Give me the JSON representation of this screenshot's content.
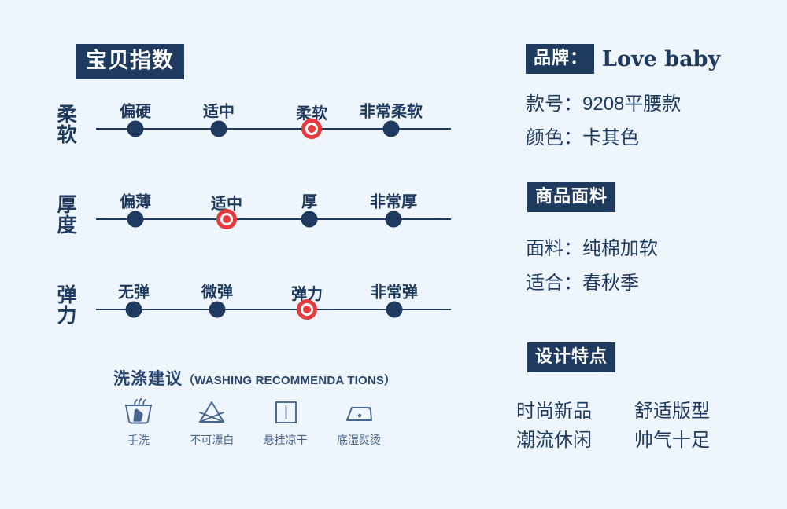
{
  "background_color": "#eef5fc",
  "accent_navy": "#1f3a5f",
  "accent_red": "#e8393c",
  "left": {
    "title": "宝贝指数",
    "sliders": [
      {
        "axis_label": "柔软",
        "ticks": [
          {
            "label": "偏硬",
            "active": false
          },
          {
            "label": "适中",
            "active": false
          },
          {
            "label": "柔软",
            "active": true
          },
          {
            "label": "非常柔软",
            "active": false
          }
        ]
      },
      {
        "axis_label": "厚度",
        "ticks": [
          {
            "label": "偏薄",
            "active": false
          },
          {
            "label": "适中",
            "active": true
          },
          {
            "label": "厚",
            "active": false
          },
          {
            "label": "非常厚",
            "active": false
          }
        ]
      },
      {
        "axis_label": "弹力",
        "ticks": [
          {
            "label": "无弹",
            "active": false
          },
          {
            "label": "微弹",
            "active": false
          },
          {
            "label": "弹力",
            "active": true
          },
          {
            "label": "非常弹",
            "active": false
          }
        ]
      }
    ],
    "wash": {
      "title_cn": "洗涤建议",
      "title_en": "（WASHING RECOMMENDA TIONS）",
      "items": [
        {
          "icon": "hand-wash-icon",
          "caption": "手洗"
        },
        {
          "icon": "do-not-bleach-icon",
          "caption": "不可漂白"
        },
        {
          "icon": "line-dry-icon",
          "caption": "悬挂凉干"
        },
        {
          "icon": "iron-steam-icon",
          "caption": "底湿熨烫"
        }
      ]
    }
  },
  "right": {
    "brand_badge": "品牌：",
    "brand_name": "Love baby",
    "model_line": "款号：9208平腰款",
    "color_line": "颜色：卡其色",
    "fabric_title": "商品面料",
    "fabric_line": "面料：纯棉加软",
    "season_line": "适合：春秋季",
    "design_title": "设计特点",
    "features": [
      {
        "left": "时尚新品",
        "right": "舒适版型"
      },
      {
        "left": "潮流休闲",
        "right": "帅气十足"
      }
    ]
  }
}
